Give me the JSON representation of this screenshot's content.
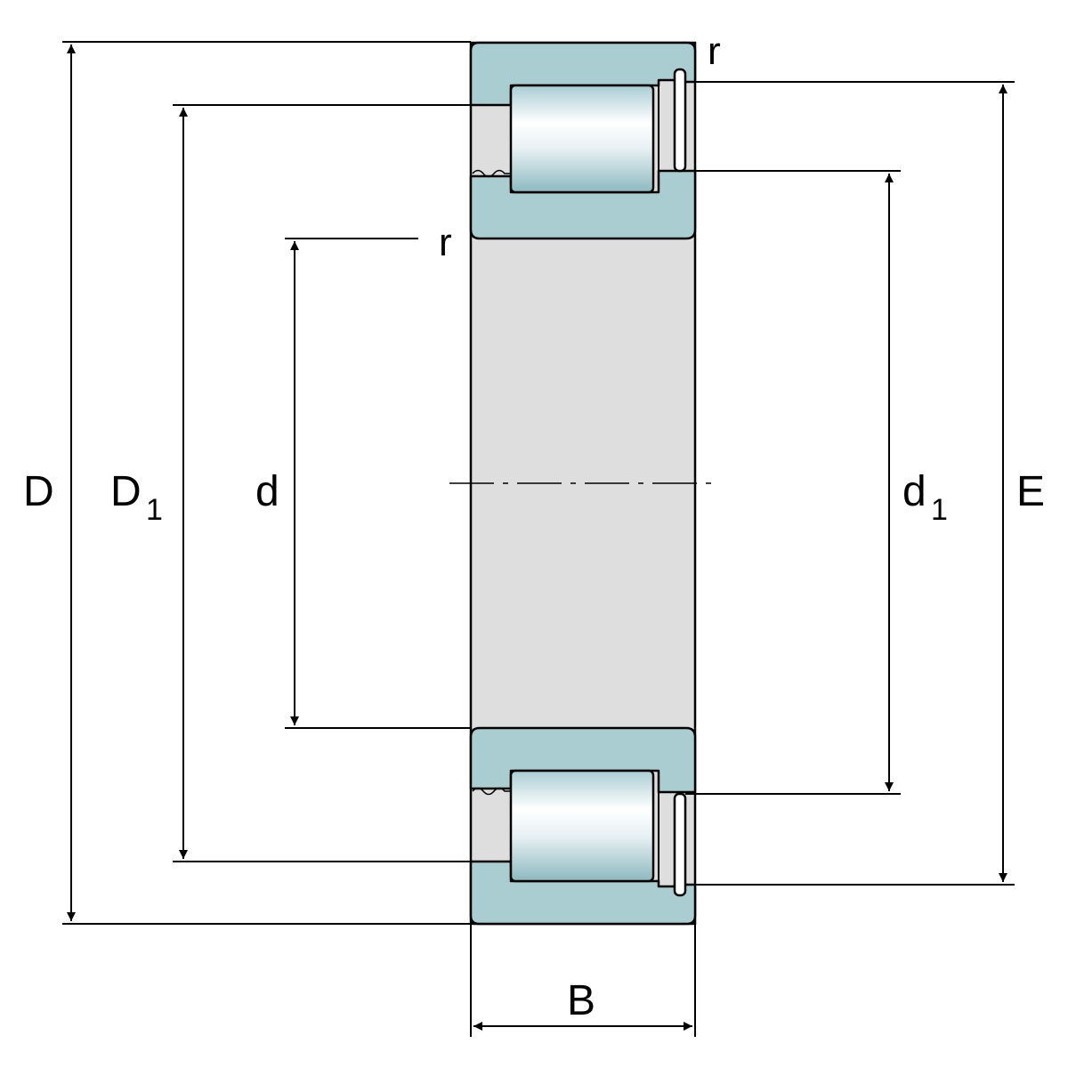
{
  "labels": {
    "D": "D",
    "D1_main": "D",
    "D1_sub": "1",
    "d": "d",
    "d1_main": "d",
    "d1_sub": "1",
    "E": "E",
    "B": "B",
    "r_top": "r",
    "r_inner": "r"
  },
  "colors": {
    "ring": "#a9cdd0",
    "bore": "#dedede",
    "line": "#000000"
  }
}
